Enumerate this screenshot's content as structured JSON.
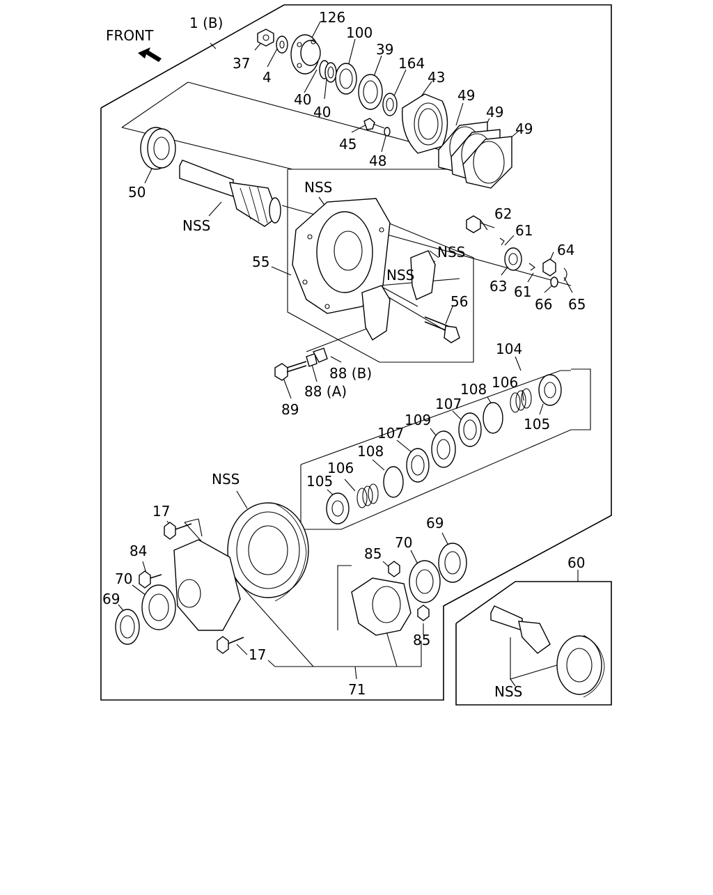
{
  "direction_label": "FRONT",
  "callouts": {
    "c_1b": "1 (B)",
    "c_126": "126",
    "c_100": "100",
    "c_39": "39",
    "c_164": "164",
    "c_37": "37",
    "c_4": "4",
    "c_40a": "40",
    "c_40b": "40",
    "c_43": "43",
    "c_49a": "49",
    "c_49b": "49",
    "c_49c": "49",
    "c_45": "45",
    "c_48": "48",
    "c_50": "50",
    "c_nss1": "NSS",
    "c_nss2": "NSS",
    "c_55": "55",
    "c_nss3": "NSS",
    "c_nss4": "NSS",
    "c_62": "62",
    "c_61a": "61",
    "c_64": "64",
    "c_63": "63",
    "c_61b": "61",
    "c_66": "66",
    "c_65": "65",
    "c_56": "56",
    "c_88b": "88 (B)",
    "c_88a": "88 (A)",
    "c_89": "89",
    "c_104": "104",
    "c_108a": "108",
    "c_106a": "106",
    "c_107a": "107",
    "c_109": "109",
    "c_105a": "105",
    "c_107b": "107",
    "c_108b": "108",
    "c_106b": "106",
    "c_105b": "105",
    "c_nss5": "NSS",
    "c_17a": "17",
    "c_84": "84",
    "c_70a": "70",
    "c_69a": "69",
    "c_85a": "85",
    "c_70b": "70",
    "c_69b": "69",
    "c_60": "60",
    "c_85b": "85",
    "c_17b": "17",
    "c_71": "71",
    "c_nss6": "NSS"
  }
}
